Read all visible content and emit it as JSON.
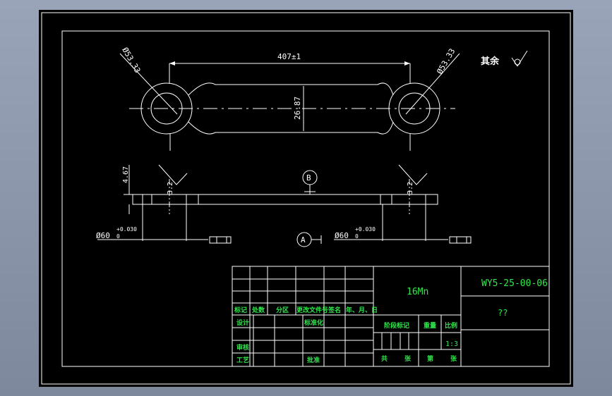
{
  "drawing": {
    "top_view": {
      "length_dim": "407±1",
      "width_dim": "26.87",
      "left_hole_dia": "Ø53.33",
      "right_hole_dia": "Ø53.33",
      "roughness_rest_label": "其余"
    },
    "side_view": {
      "thickness_dim": "4.67",
      "roughness_left": "3.2",
      "roughness_right": "3.2",
      "datum_b": "B",
      "datum_a": "A",
      "left_fit_dia": "Ø60",
      "left_fit_tol_upper": "+0.030",
      "left_fit_tol_lower": "0",
      "right_fit_dia": "Ø60",
      "right_fit_tol_upper": "+0.030",
      "right_fit_tol_lower": "0"
    },
    "title_block": {
      "material": "16Mn",
      "drawing_number": "WY5-25-00-06",
      "part_name": "??",
      "scale": "1:3",
      "labels": {
        "mark": "标记",
        "count": "处数",
        "zone": "分区",
        "change_doc": "更改文件号",
        "signature": "签名",
        "date": "年、月、日",
        "design": "设计",
        "standardize": "标准化",
        "review": "审核",
        "process": "工艺",
        "approve": "批准",
        "stage_mark": "阶段标记",
        "weight": "重量",
        "scale_label": "比例",
        "total": "共",
        "sheet_unit": "张",
        "page": "第",
        "page_unit": "张"
      }
    }
  }
}
